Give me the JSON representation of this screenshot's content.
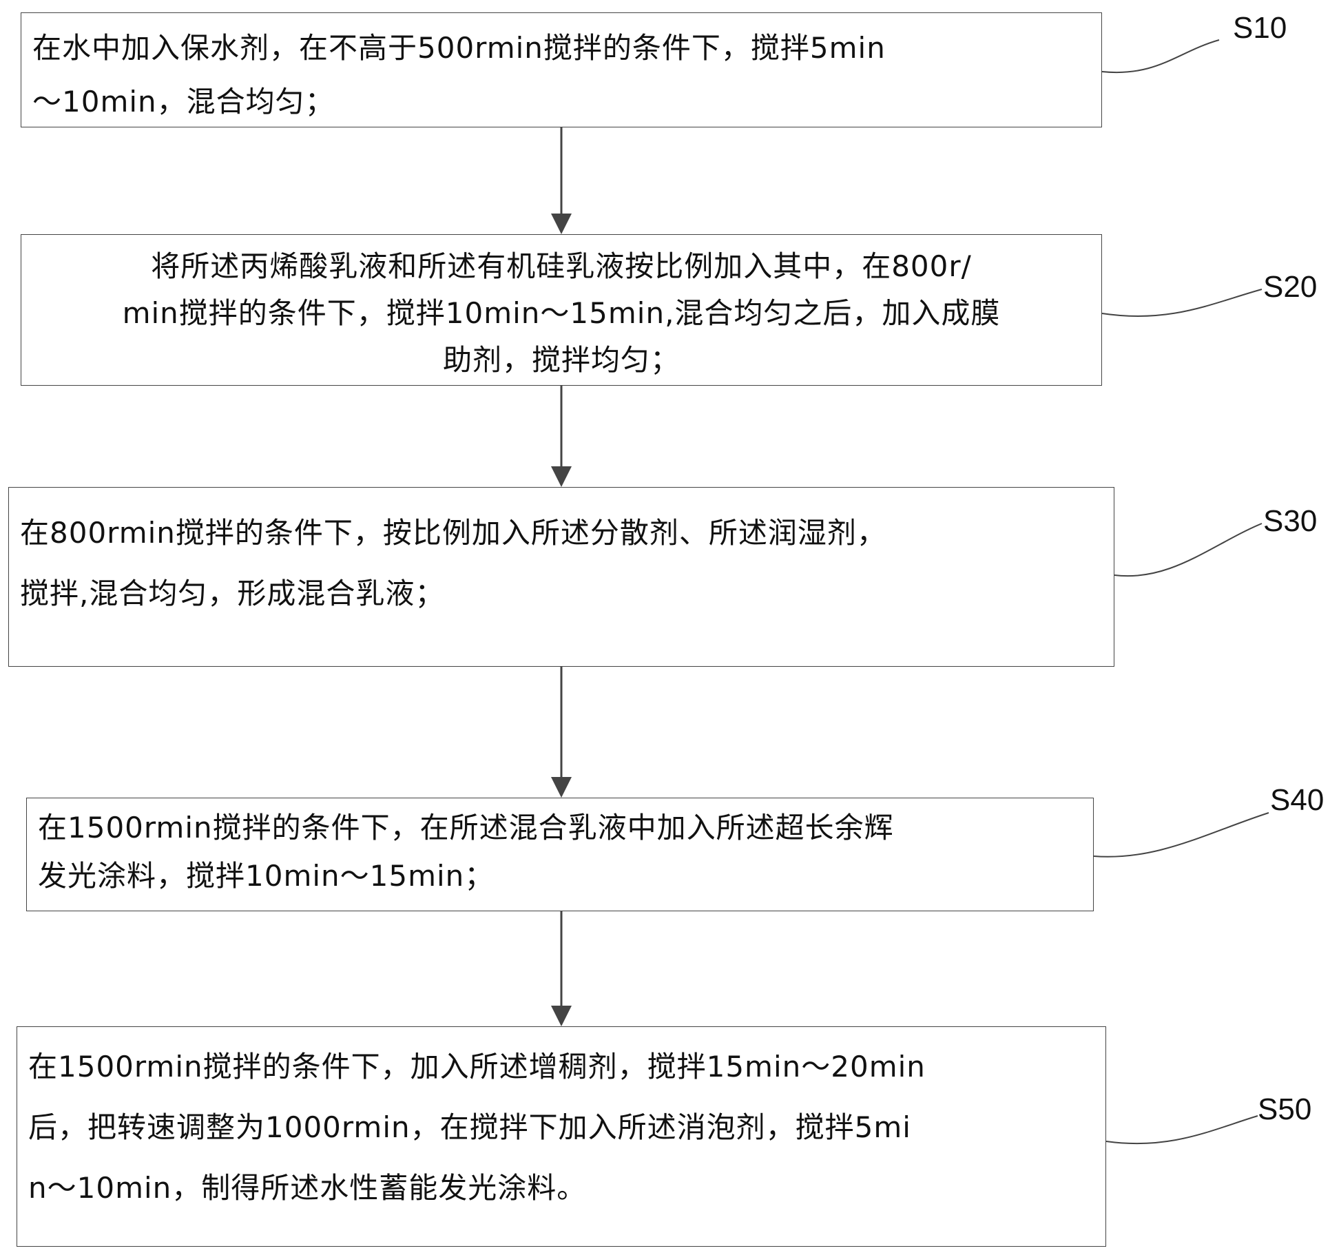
{
  "steps": [
    {
      "id": "S10",
      "lines": [
        "在水中加入保水剂，在不高于500rmin搅拌的条件下，搅拌5min",
        "～10min，混合均匀；"
      ]
    },
    {
      "id": "S20",
      "lines": [
        "将所述丙烯酸乳液和所述有机硅乳液按比例加入其中，在800r/",
        "min搅拌的条件下，搅拌10min～15min,混合均匀之后，加入成膜",
        "助剂，搅拌均匀；"
      ]
    },
    {
      "id": "S30",
      "lines": [
        "在800rmin搅拌的条件下，按比例加入所述分散剂、所述润湿剂，",
        "搅拌,混合均匀，形成混合乳液；"
      ]
    },
    {
      "id": "S40",
      "lines": [
        "在1500rmin搅拌的条件下，在所述混合乳液中加入所述超长余辉",
        "发光涂料，搅拌10min～15min；"
      ]
    },
    {
      "id": "S50",
      "lines": [
        "在1500rmin搅拌的条件下，加入所述增稠剂，搅拌15min～20min",
        "后，把转速调整为1000rmin，在搅拌下加入所述消泡剂，搅拌5mi",
        "n～10min，制得所述水性蓄能发光涂料。"
      ]
    }
  ]
}
